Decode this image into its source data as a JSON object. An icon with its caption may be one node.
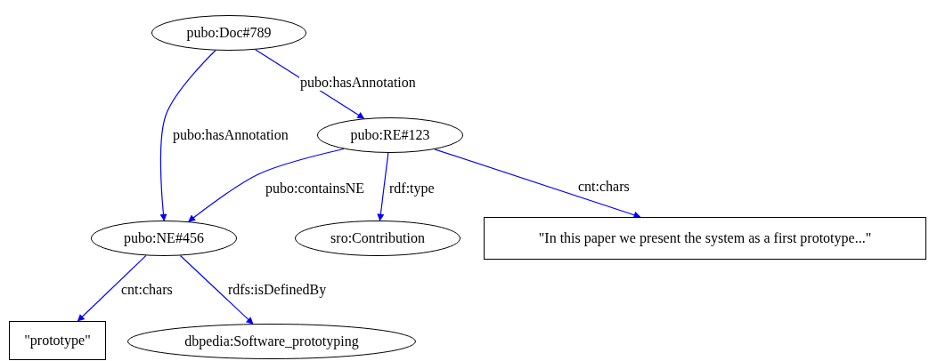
{
  "diagram": {
    "nodes": [
      {
        "text": [
          "pubo:Doc#789"
        ]
      },
      {
        "text": [
          "pubo:RE#123"
        ]
      },
      {
        "text": [
          "pubo:NE#456"
        ]
      },
      {
        "text": [
          "sro:Contribution"
        ]
      },
      {
        "text": [
          "\"In this paper we present the system as a first prototype...\""
        ]
      },
      {
        "text": [
          "\"prototype\""
        ]
      },
      {
        "text": [
          "dbpedia:Software_prototyping"
        ]
      }
    ],
    "edges": [
      {
        "from": 0,
        "to": 1,
        "arrow": "to",
        "label": "pubo:hasAnnotation"
      },
      {
        "from": 0,
        "to": 2,
        "arrow": "to",
        "label": "pubo:hasAnnotation"
      },
      {
        "from": 1,
        "to": 2,
        "arrow": "to",
        "label": "pubo:containsNE"
      },
      {
        "from": 1,
        "to": 3,
        "arrow": "to",
        "label": "rdf:type"
      },
      {
        "from": 1,
        "to": 4,
        "arrow": "to",
        "label": "cnt:chars"
      },
      {
        "from": 2,
        "to": 5,
        "arrow": "to",
        "label": "cnt:chars"
      },
      {
        "from": 2,
        "to": 6,
        "arrow": "to",
        "label": "rdfs:isDefinedBy"
      }
    ]
  }
}
